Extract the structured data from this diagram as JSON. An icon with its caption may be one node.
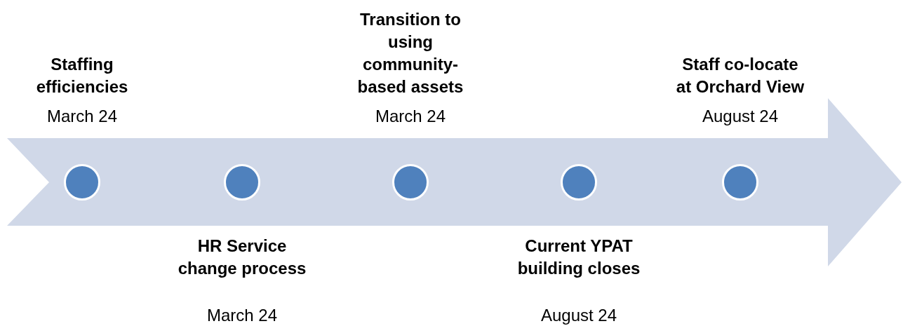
{
  "diagram": {
    "nodes": [
      {
        "text": [],
        "shape": "arrow"
      },
      {
        "text": [],
        "shape": "circle",
        "in": 0,
        "beside": [
          "Staffing efficiencies",
          "March 24"
        ]
      },
      {
        "text": [],
        "shape": "circle",
        "in": 0,
        "beside": [
          "HR Service change process",
          "March 24"
        ]
      },
      {
        "text": [],
        "shape": "circle",
        "in": 0,
        "beside": [
          "Transition to using community-based assets",
          "March 24"
        ]
      },
      {
        "text": [],
        "shape": "circle",
        "in": 0,
        "beside": [
          "Current YPAT building closes",
          "August 24"
        ]
      },
      {
        "text": [],
        "shape": "circle",
        "in": 0,
        "beside": [
          "Staff co-locate at Orchard View",
          "August 24"
        ]
      }
    ]
  }
}
